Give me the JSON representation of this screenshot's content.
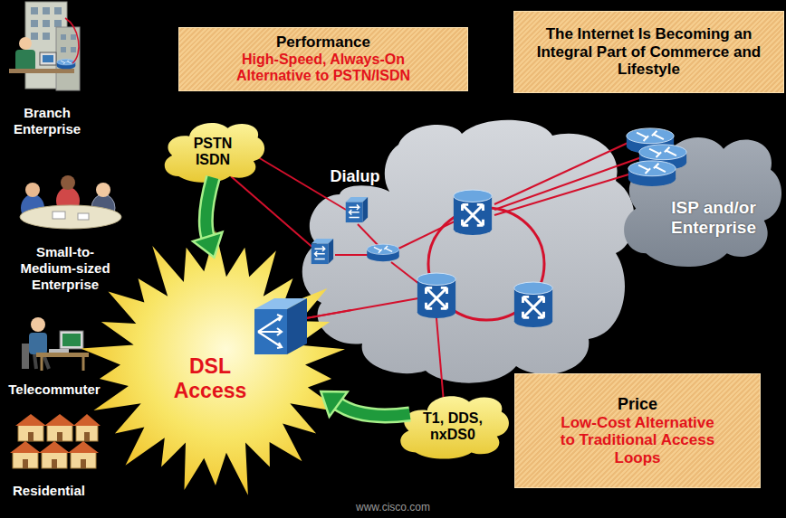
{
  "diagram": {
    "nodes": [
      {
        "text": [
          "Performance",
          "High-Speed, Always-On Alternative to PSTN/ISDN"
        ]
      },
      {
        "text": [
          "The Internet Is Becoming an Integral Part of Commerce and Lifestyle"
        ]
      },
      {
        "text": [
          "PSTN ISDN"
        ]
      },
      {
        "text": [
          "ISP and/or Enterprise"
        ]
      },
      {
        "text": [
          "DSL Access"
        ]
      },
      {
        "text": [
          "T1, DDS, nxDS0"
        ]
      },
      {
        "text": [
          "Price",
          "Low-Cost Alternative to Traditional Access Loops"
        ]
      }
    ],
    "edges": [
      {
        "from": 2,
        "to": 4,
        "arrow": "to"
      },
      {
        "from": 5,
        "to": 4,
        "arrow": "to"
      }
    ],
    "labels": [
      "Branch Enterprise",
      "Small-to-Medium-sized Enterprise",
      "Telecommuter",
      "Residential",
      "Dialup",
      "www.cisco.com"
    ]
  }
}
